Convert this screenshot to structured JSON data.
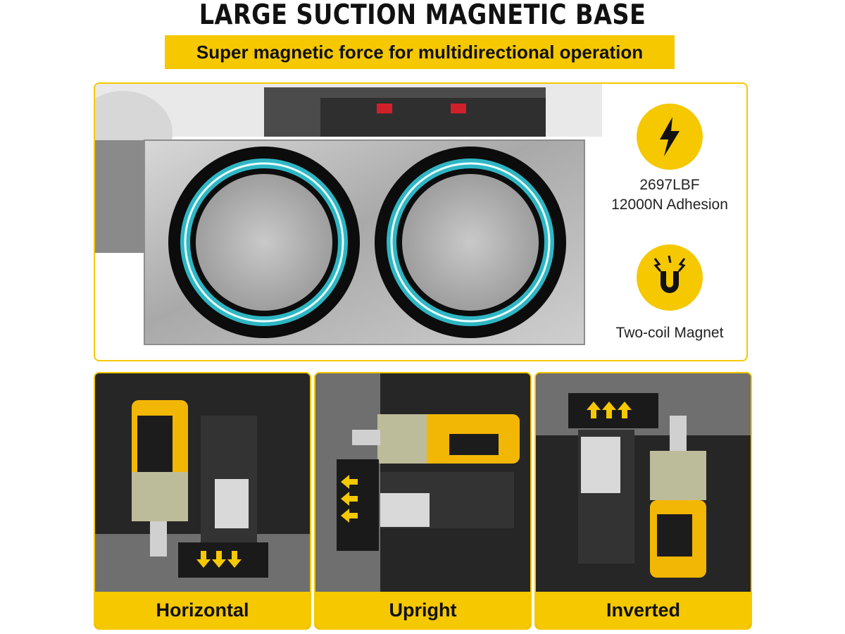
{
  "header": {
    "title": "LARGE SUCTION MAGNETIC BASE",
    "subtitle": "Super magnetic force for multidirectional operation"
  },
  "features": [
    {
      "icon": "lightning-bolt-icon",
      "line1": "2697LBF",
      "line2": "12000N Adhesion"
    },
    {
      "icon": "magnet-icon",
      "line1": "Two-coil Magnet"
    }
  ],
  "modes": [
    {
      "label": "Horizontal",
      "arrow": "down"
    },
    {
      "label": "Upright",
      "arrow": "left"
    },
    {
      "label": "Inverted",
      "arrow": "up"
    }
  ],
  "colors": {
    "accent_yellow": "#f5c800",
    "coil_teal": "#2fb6c4",
    "steel": "#bdbdbd"
  }
}
